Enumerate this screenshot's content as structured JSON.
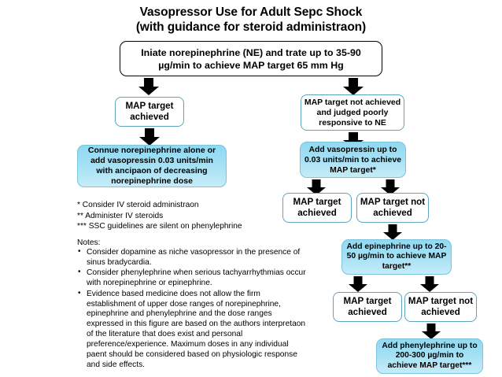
{
  "title": {
    "line1": "Vasopressor Use for Adult Sepc Shock",
    "line2": "(with guidance for steroid administraon)"
  },
  "colors": {
    "box_border_blue": "#5fa3bd",
    "box_fill_blue_top": "#8fd9f2",
    "box_fill_blue_bottom": "#c6ecf9",
    "box_border_black": "#000000",
    "arrow": "#000000",
    "background": "#ffffff"
  },
  "flow": {
    "start": "Iniate norepinephrine (NE) and trate up to 35-90 µg/min to achieve MAP target 65 mm Hg",
    "left_branch": {
      "outcome": "MAP target achieved",
      "action": "Connue norepinephrine alone or add vasopressin 0.03 units/min with ancipaon of decreasing norepinephrine dose"
    },
    "right_branch": {
      "outcome": "MAP target not achieved and judged poorly responsive to NE",
      "action_vasopressin": "Add vasopressin up to 0.03 units/min to achieve MAP target*",
      "outcome_achieved_1": "MAP target achieved",
      "outcome_not_achieved_1": "MAP target not achieved",
      "action_epinephrine": "Add epinephrine up to 20-50 µg/min to achieve MAP target**",
      "outcome_achieved_2": "MAP target achieved",
      "outcome_not_achieved_2": "MAP target not achieved",
      "action_phenylephrine": "Add phenylephrine up to 200-300 µg/min to achieve MAP target***"
    }
  },
  "footnotes": [
    "* Consider IV steroid administraon",
    "** Administer IV steroids",
    "*** SSC guidelines are silent on phenylephrine"
  ],
  "notes": {
    "heading": "Notes:",
    "items": [
      "Consider dopamine as niche vasopressor in the presence of sinus bradycardia.",
      "Consider phenylephrine when serious tachyarrhythmias occur with norepinephrine or epinephrine.",
      "Evidence based medicine does not allow the firm establishment of upper dose ranges of norepinephrine, epinephrine and phenylephrine and the dose ranges expressed in this figure are based on the authors interpretaon of the literature that does exist and personal preference/experience. Maximum doses in any individual paent should be considered based on physiologic response and side effects."
    ]
  }
}
